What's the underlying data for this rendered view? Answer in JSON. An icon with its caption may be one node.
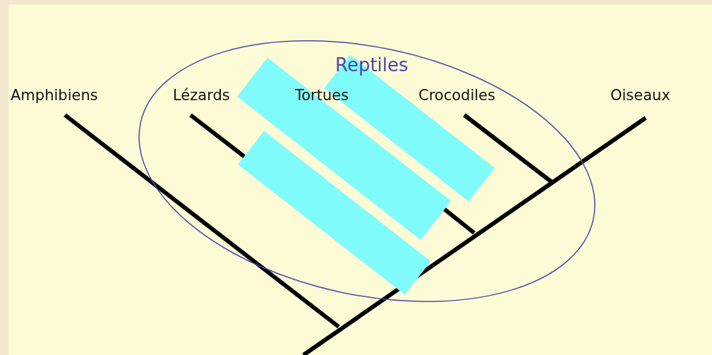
{
  "diagram": {
    "nodes": [
      {
        "text": [
          "Reptiles"
        ]
      }
    ],
    "labels": [
      "Amphibiens",
      "Lézards",
      "Tortues",
      "Crocodiles",
      "Oiseaux"
    ]
  }
}
